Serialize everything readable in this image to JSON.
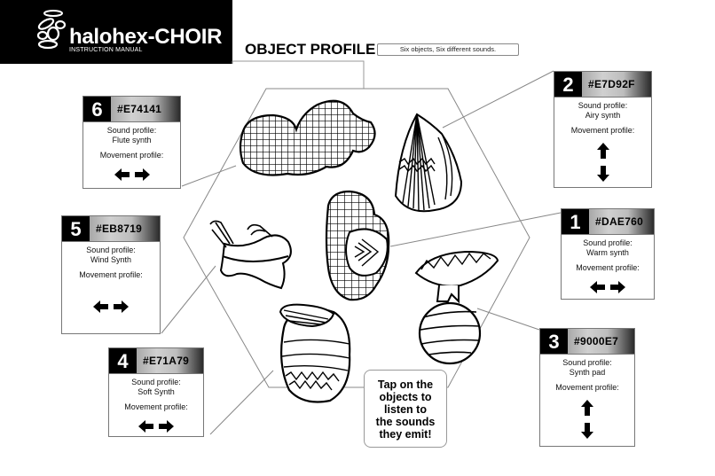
{
  "header": {
    "brand_name": "halohex-CHOIR",
    "brand_subtitle": "INSTRUCTION MANUAL",
    "logo_icon": "halo-stones-logo"
  },
  "page": {
    "title": "OBJECT PROFILE",
    "subtitle": "Six objects, Six different sounds."
  },
  "labels": {
    "sound": "Sound profile:",
    "movement": "Movement profile:"
  },
  "cards": [
    {
      "number": "1",
      "hex": "#DAE760",
      "sound": "Warm synth",
      "movement": "horizontal",
      "movement_icon": "left-right-arrows"
    },
    {
      "number": "2",
      "hex": "#E7D92F",
      "sound": "Airy synth",
      "movement": "vertical",
      "movement_icon": "up-down-arrows"
    },
    {
      "number": "3",
      "hex": "#9000E7",
      "sound": "Synth pad",
      "movement": "vertical",
      "movement_icon": "up-down-arrows"
    },
    {
      "number": "4",
      "hex": "#E71A79",
      "sound": "Soft Synth",
      "movement": "horizontal",
      "movement_icon": "left-right-arrows"
    },
    {
      "number": "5",
      "hex": "#EB8719",
      "sound": "Wind Synth",
      "movement": "horizontal",
      "movement_icon": "left-right-arrows"
    },
    {
      "number": "6",
      "hex": "#E74141",
      "sound": "Flute synth",
      "movement": "horizontal",
      "movement_icon": "left-right-arrows"
    }
  ],
  "hint": {
    "text": "Tap on the\nobjects to\nlisten to\nthe sounds\nthey emit!"
  },
  "colors": {
    "header_bg": "#000000",
    "line": "#888888",
    "card_border": "#777777"
  }
}
